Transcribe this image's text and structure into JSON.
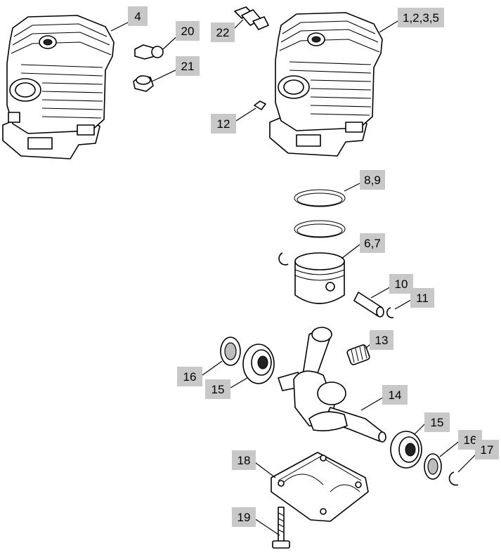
{
  "callouts": [
    {
      "id": "c4",
      "text": "4"
    },
    {
      "id": "c20",
      "text": "20"
    },
    {
      "id": "c21",
      "text": "21"
    },
    {
      "id": "c22",
      "text": "22"
    },
    {
      "id": "c1235",
      "text": "1,2,3,5"
    },
    {
      "id": "c12",
      "text": "12"
    },
    {
      "id": "c89",
      "text": "8,9"
    },
    {
      "id": "c67",
      "text": "6,7"
    },
    {
      "id": "c10",
      "text": "10"
    },
    {
      "id": "c11",
      "text": "11"
    },
    {
      "id": "c13",
      "text": "13"
    },
    {
      "id": "c16a",
      "text": "16"
    },
    {
      "id": "c15a",
      "text": "15"
    },
    {
      "id": "c14",
      "text": "14"
    },
    {
      "id": "c15b",
      "text": "15"
    },
    {
      "id": "c16b",
      "text": "16"
    },
    {
      "id": "c17",
      "text": "17"
    },
    {
      "id": "c18",
      "text": "18"
    },
    {
      "id": "c19",
      "text": "19"
    }
  ],
  "colors": {
    "label_fill": "#c8c8c8",
    "ink": "#000000"
  }
}
